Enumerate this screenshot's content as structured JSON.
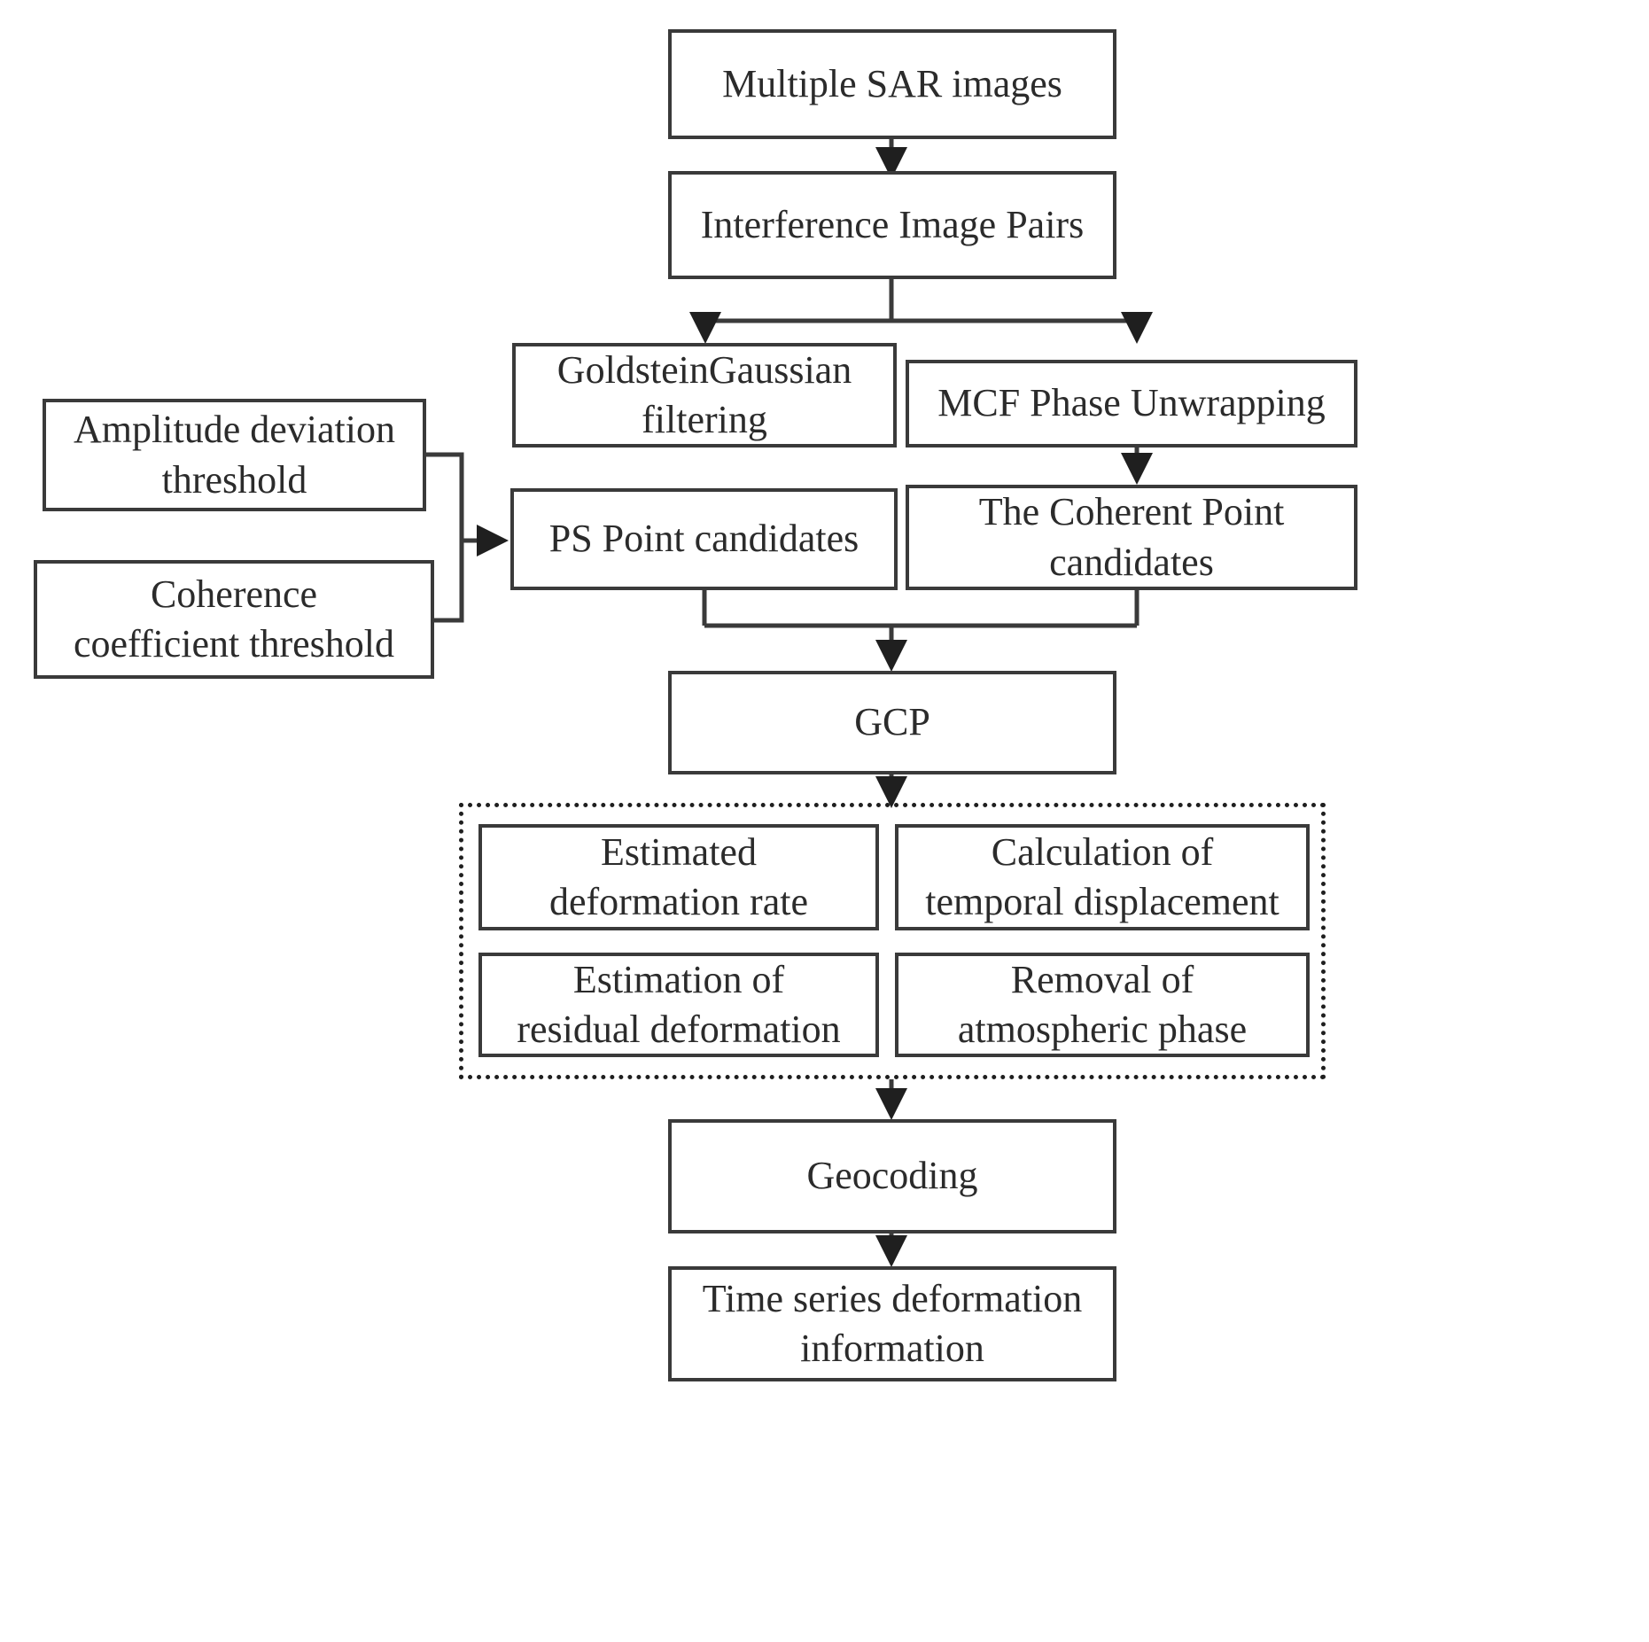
{
  "diagram": {
    "title": "PS-InSAR time series deformation processing flowchart",
    "type": "flowchart",
    "accent_color": "#3a3a3a",
    "background_color": "#ffffff",
    "text_color": "#2b2b2b",
    "nodes": [
      {
        "id": "multiple-sar-images",
        "label": "Multiple SAR images"
      },
      {
        "id": "interference-image-pairs",
        "label": "Interference Image Pairs"
      },
      {
        "id": "goldstein-gaussian-filtering",
        "label": "GoldsteinGaussian\nfiltering"
      },
      {
        "id": "mcf-phase-unwrapping",
        "label": "MCF Phase Unwrapping"
      },
      {
        "id": "amplitude-deviation-threshold",
        "label": "Amplitude deviation\nthreshold"
      },
      {
        "id": "coherence-coefficient-threshold",
        "label": "Coherence\ncoefficient threshold"
      },
      {
        "id": "ps-point-candidates",
        "label": "PS Point candidates"
      },
      {
        "id": "coherent-point-candidates",
        "label": "The Coherent Point\ncandidates"
      },
      {
        "id": "gcp",
        "label": "GCP"
      },
      {
        "id": "estimated-deformation-rate",
        "label": "Estimated\ndeformation rate"
      },
      {
        "id": "calculation-temporal-displacement",
        "label": "Calculation of\ntemporal displacement"
      },
      {
        "id": "estimation-residual-deformation",
        "label": "Estimation of\nresidual deformation"
      },
      {
        "id": "removal-atmospheric-phase",
        "label": "Removal of\natmospheric phase"
      },
      {
        "id": "geocoding",
        "label": "Geocoding"
      },
      {
        "id": "time-series-deformation-information",
        "label": "Time series deformation\ninformation"
      }
    ],
    "group": {
      "id": "time-series-analysis-group",
      "style": "dotted",
      "members": [
        "estimated-deformation-rate",
        "calculation-temporal-displacement",
        "estimation-residual-deformation",
        "removal-atmospheric-phase"
      ]
    },
    "edges": [
      {
        "from": "multiple-sar-images",
        "to": "interference-image-pairs"
      },
      {
        "from": "interference-image-pairs",
        "to": "goldstein-gaussian-filtering"
      },
      {
        "from": "interference-image-pairs",
        "to": "mcf-phase-unwrapping"
      },
      {
        "from": "mcf-phase-unwrapping",
        "to": "coherent-point-candidates"
      },
      {
        "from": "amplitude-deviation-threshold",
        "to": "ps-point-candidates"
      },
      {
        "from": "coherence-coefficient-threshold",
        "to": "ps-point-candidates"
      },
      {
        "from": "ps-point-candidates",
        "to": "gcp"
      },
      {
        "from": "coherent-point-candidates",
        "to": "gcp"
      },
      {
        "from": "gcp",
        "to": "time-series-analysis-group"
      },
      {
        "from": "time-series-analysis-group",
        "to": "geocoding"
      },
      {
        "from": "geocoding",
        "to": "time-series-deformation-information"
      }
    ]
  }
}
